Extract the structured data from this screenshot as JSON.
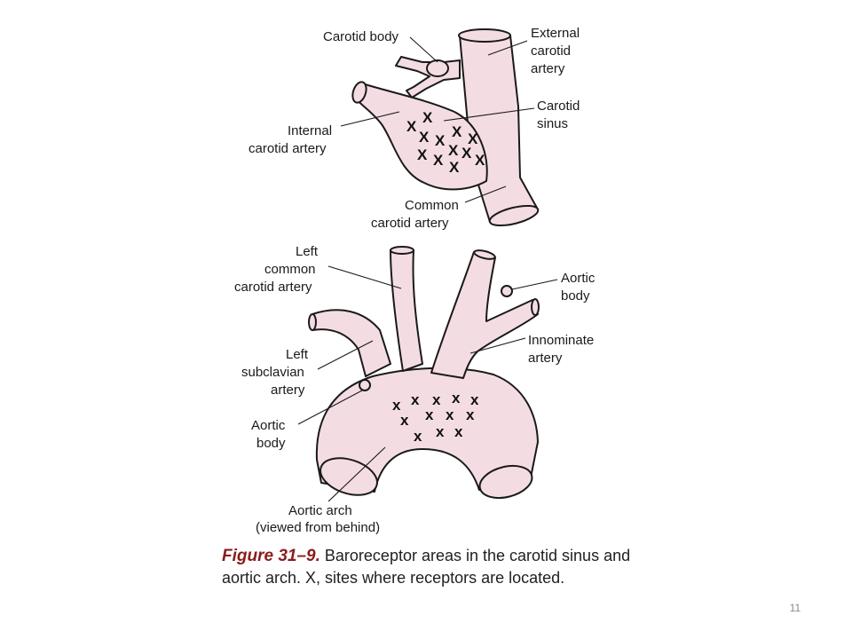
{
  "diagram": {
    "carotid_labels": {
      "carotid_body": "Carotid body",
      "external_carotid": [
        "External",
        "carotid",
        "artery"
      ],
      "carotid_sinus": [
        "Carotid",
        "sinus"
      ],
      "internal_carotid": [
        "Internal",
        "carotid artery"
      ],
      "common_carotid": [
        "Common",
        "carotid artery"
      ]
    },
    "aortic_labels": {
      "left_common_carotid": [
        "Left",
        "common",
        "carotid artery"
      ],
      "aortic_body_right": [
        "Aortic",
        "body"
      ],
      "innominate": [
        "Innominate",
        "artery"
      ],
      "left_subclavian": [
        "Left",
        "subclavian",
        "artery"
      ],
      "aortic_body_left": [
        "Aortic",
        "body"
      ],
      "aortic_arch": [
        "Aortic arch",
        "(viewed from behind)"
      ]
    },
    "receptor_marker": "X",
    "receptor_marker_lower": "x",
    "colors": {
      "vessel_fill": "#f4dde2",
      "outline": "#1a1a1a"
    }
  },
  "caption": {
    "figure_label": "Figure 31–9.",
    "text": "Baroreceptor areas in the carotid sinus and aortic arch. X, sites where receptors are located."
  },
  "page_number": "11"
}
